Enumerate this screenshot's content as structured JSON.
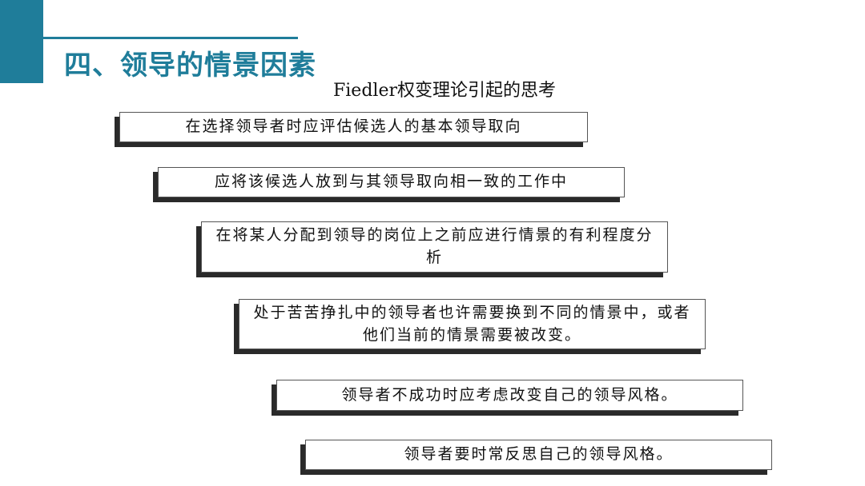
{
  "slide": {
    "title": "四、领导的情景因素",
    "subtitle": "Fiedler权变理论引起的思考",
    "accent_color": "#1f7d9a"
  },
  "steps": [
    {
      "text": "在选择领导者时应评估候选人的基本领导取向"
    },
    {
      "text": "应将该候选人放到与其领导取向相一致的工作中"
    },
    {
      "text": "在将某人分配到领导的岗位上之前应进行情景的有利程度分析"
    },
    {
      "text": "处于苦苦挣扎中的领导者也许需要换到不同的情景中，或者他们当前的情景需要被改变。"
    },
    {
      "text": "领导者不成功时应考虑改变自己的领导风格。"
    },
    {
      "text": "领导者要时常反思自己的领导风格。"
    }
  ]
}
